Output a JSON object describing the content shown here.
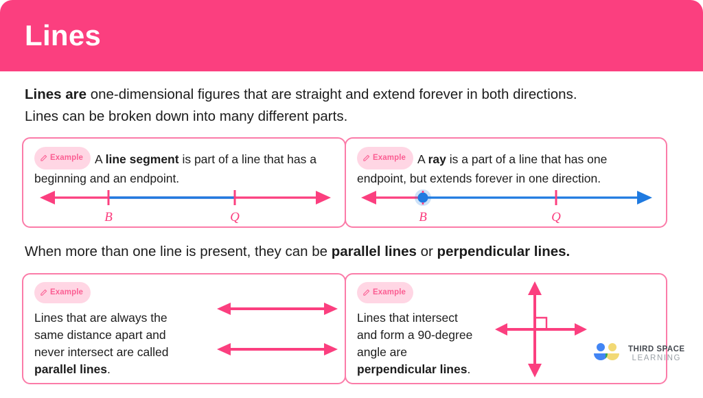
{
  "header": {
    "title": "Lines",
    "bg_color": "#fb3f7f"
  },
  "intro": {
    "bold_lead": "Lines are",
    "rest_line1": " one-dimensional figures that are straight and extend forever in both directions.",
    "line2": "Lines can be broken down into many different parts."
  },
  "mid_sentence": {
    "prefix": "When more than one line is present, they can be ",
    "bold1": "parallel lines",
    "middle": " or ",
    "bold2": "perpendicular lines."
  },
  "badge": {
    "label": "Example",
    "icon": "pencil-icon",
    "bg_color": "#ffd6e4",
    "text_color": "#fb5f93"
  },
  "boxes": {
    "segment": {
      "text_prefix": "A ",
      "text_bold": "line segment",
      "text_suffix": " is part of a line that has a beginning and an endpoint.",
      "diagram": {
        "type": "number-line",
        "line_color": "#fb3f7f",
        "segment_color": "#1f7ae0",
        "labels": [
          "B",
          "Q"
        ],
        "label_color": "#fb3f7f"
      }
    },
    "ray": {
      "text_prefix": "A ",
      "text_bold": "ray",
      "text_suffix": " is a part of a line that has one endpoint, but extends forever in one direction.",
      "diagram": {
        "type": "ray-line",
        "left_color": "#fb3f7f",
        "ray_color": "#1f7ae0",
        "endpoint_label": "B",
        "second_label": "Q",
        "label_color": "#fb3f7f"
      }
    },
    "parallel": {
      "line1": "Lines that are always the",
      "line2": "same distance apart and",
      "line3": "never intersect are called",
      "bold_term": "parallel lines",
      "period": ".",
      "diagram": {
        "type": "parallel-arrows",
        "arrow_count": 2,
        "color": "#fb3f7f"
      }
    },
    "perpendicular": {
      "line1": "Lines that intersect",
      "line2": "and form a 90-degree",
      "line3": "angle are",
      "bold_term": "perpendicular lines",
      "period": ".",
      "diagram": {
        "type": "perpendicular-cross",
        "color": "#fb3f7f",
        "right_angle_marker": true
      }
    }
  },
  "logo": {
    "line1": "THIRD SPACE",
    "line2": "LEARNING",
    "colors": {
      "blue": "#4285f4",
      "yellow": "#f2d974",
      "green": "#34a853"
    }
  }
}
